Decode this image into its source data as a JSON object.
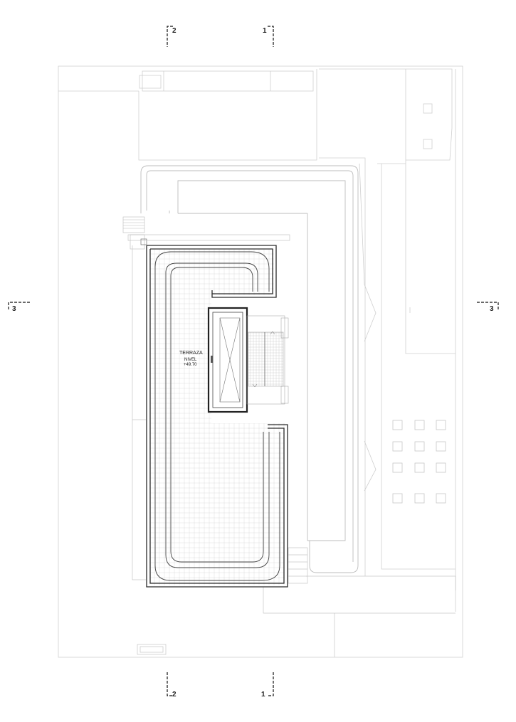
{
  "plan": {
    "room_label": "TERRAZA",
    "level_label": "NIVEL",
    "level_value": "+49.70"
  },
  "section_markers": {
    "s1": "1",
    "s2": "2",
    "s3": "3"
  }
}
